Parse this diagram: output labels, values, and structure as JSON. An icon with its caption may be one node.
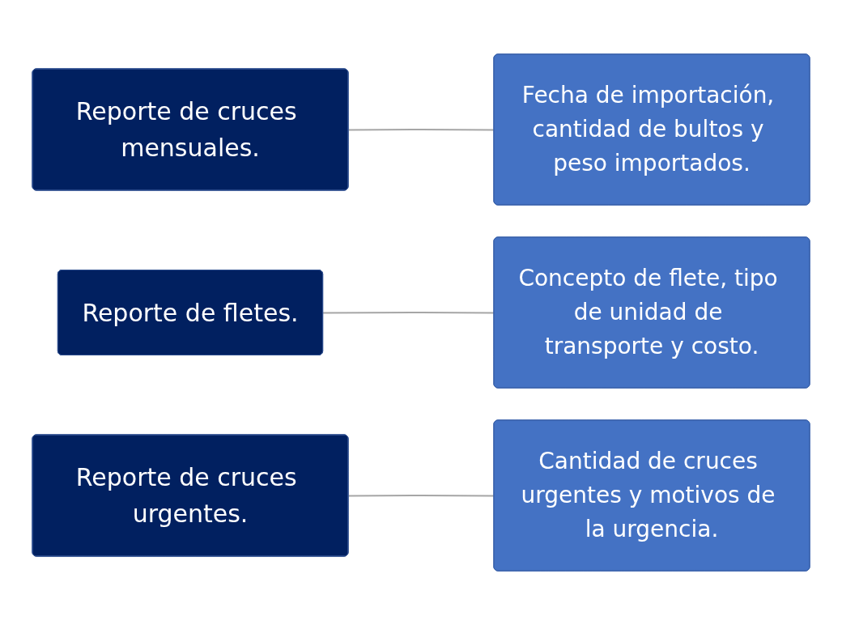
{
  "diagram": {
    "nodes": [
      {
        "text": [
          "Reporte de cruces mensuales."
        ]
      },
      {
        "text": [
          "Fecha de importación, cantidad de bultos y peso importados."
        ]
      },
      {
        "text": [
          "Reporte de fletes."
        ]
      },
      {
        "text": [
          "Concepto de flete, tipo de unidad de transporte y costo."
        ]
      },
      {
        "text": [
          "Reporte de cruces urgentes."
        ]
      },
      {
        "text": [
          "Cantidad de cruces urgentes y motivos de la urgencia."
        ]
      }
    ],
    "edges": [
      {
        "from": 0,
        "to": 1,
        "arrow": "none"
      },
      {
        "from": 2,
        "to": 3,
        "arrow": "none"
      },
      {
        "from": 4,
        "to": 5,
        "arrow": "none"
      }
    ]
  }
}
